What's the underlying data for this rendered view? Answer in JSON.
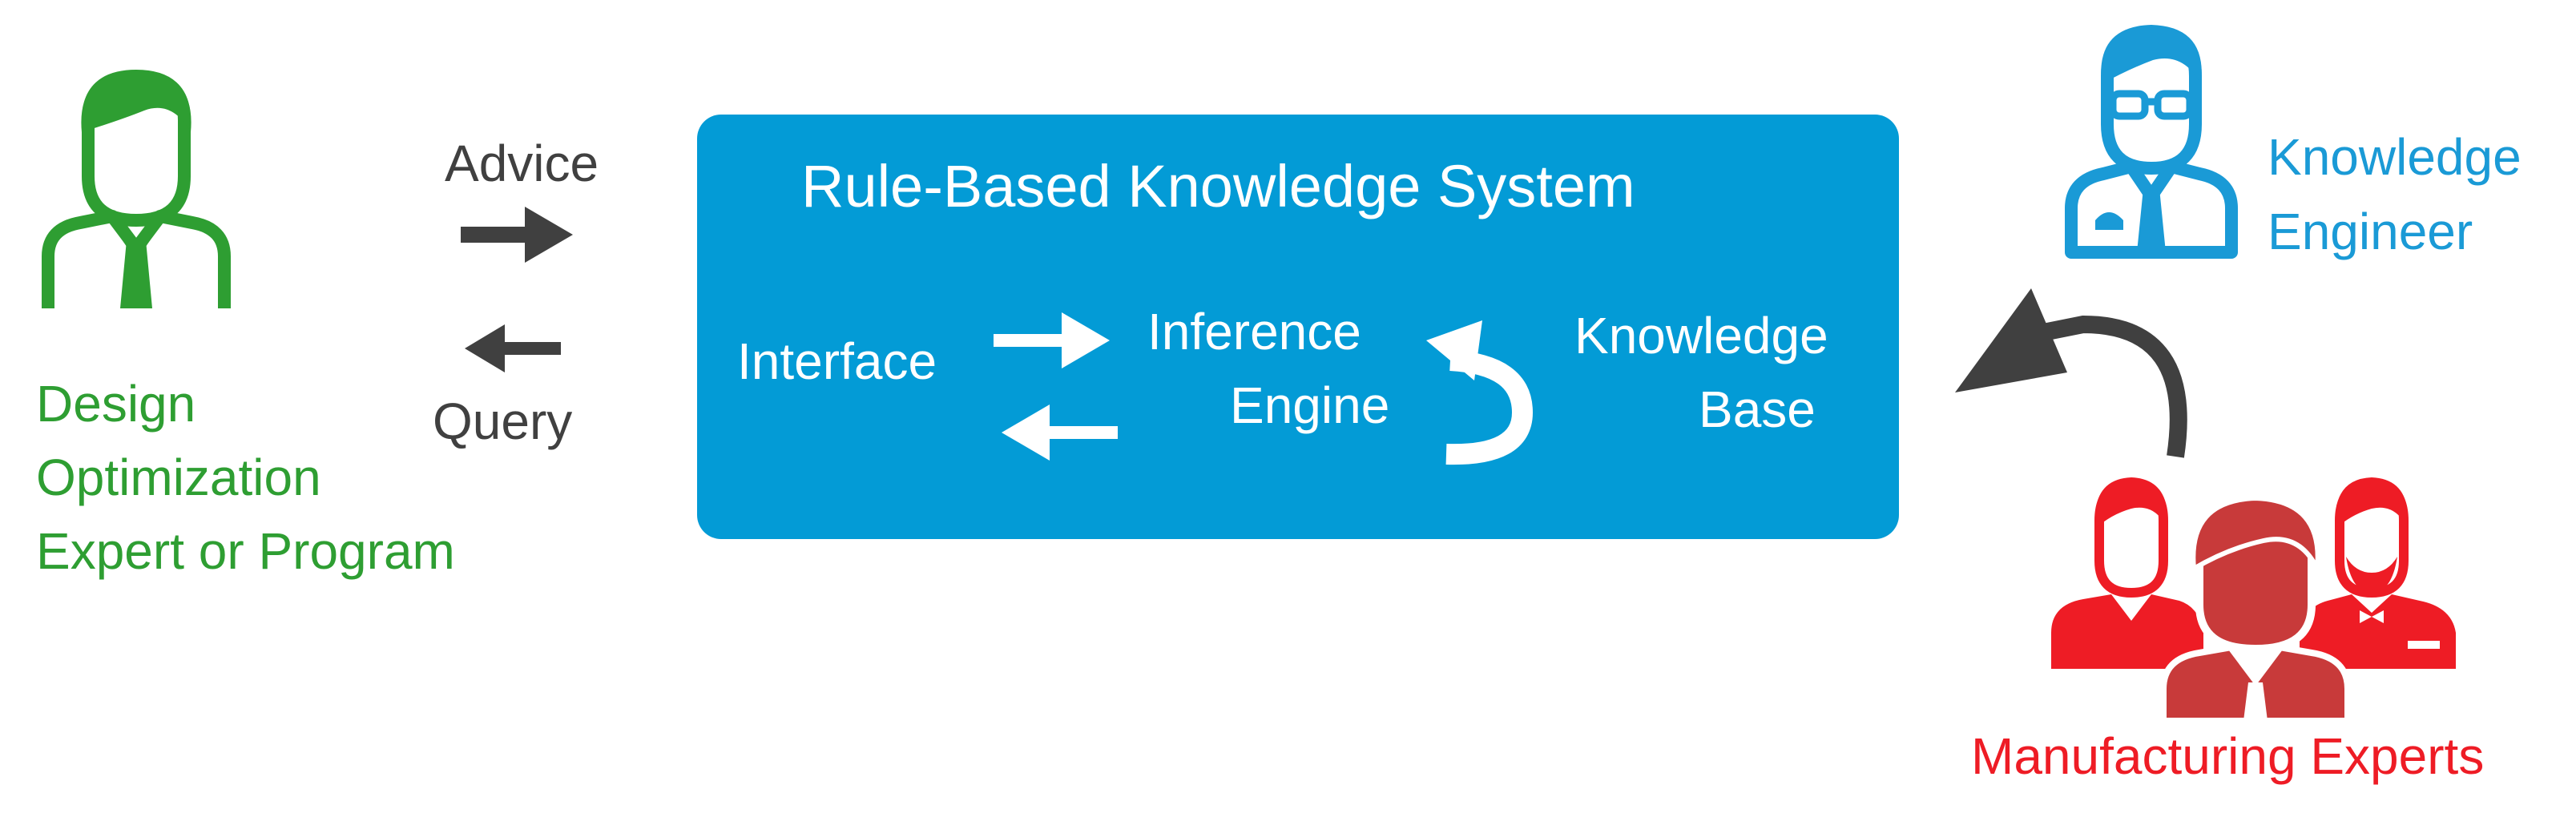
{
  "system": {
    "title": "Rule-Based Knowledge System",
    "interface": "Interface",
    "inference_line1": "Inference",
    "inference_line2": "Engine",
    "kb_line1": "Knowledge",
    "kb_line2": "Base"
  },
  "left_actor": {
    "line1": "Design",
    "line2": "Optimization",
    "line3": "Expert or Program"
  },
  "flows": {
    "advice": "Advice",
    "query": "Query"
  },
  "knowledge_engineer": {
    "line1": "Knowledge",
    "line2": "Engineer"
  },
  "manufacturing": {
    "label": "Manufacturing Experts"
  },
  "colors": {
    "box": "#039bd6",
    "green": "#2e9e32",
    "blue": "#1a9ad6",
    "red": "#ee1c25",
    "dark_red": "#c83a3a",
    "arrow_gray": "#404040"
  },
  "icons": [
    "person-icon",
    "engineer-icon",
    "experts-group-icon"
  ]
}
